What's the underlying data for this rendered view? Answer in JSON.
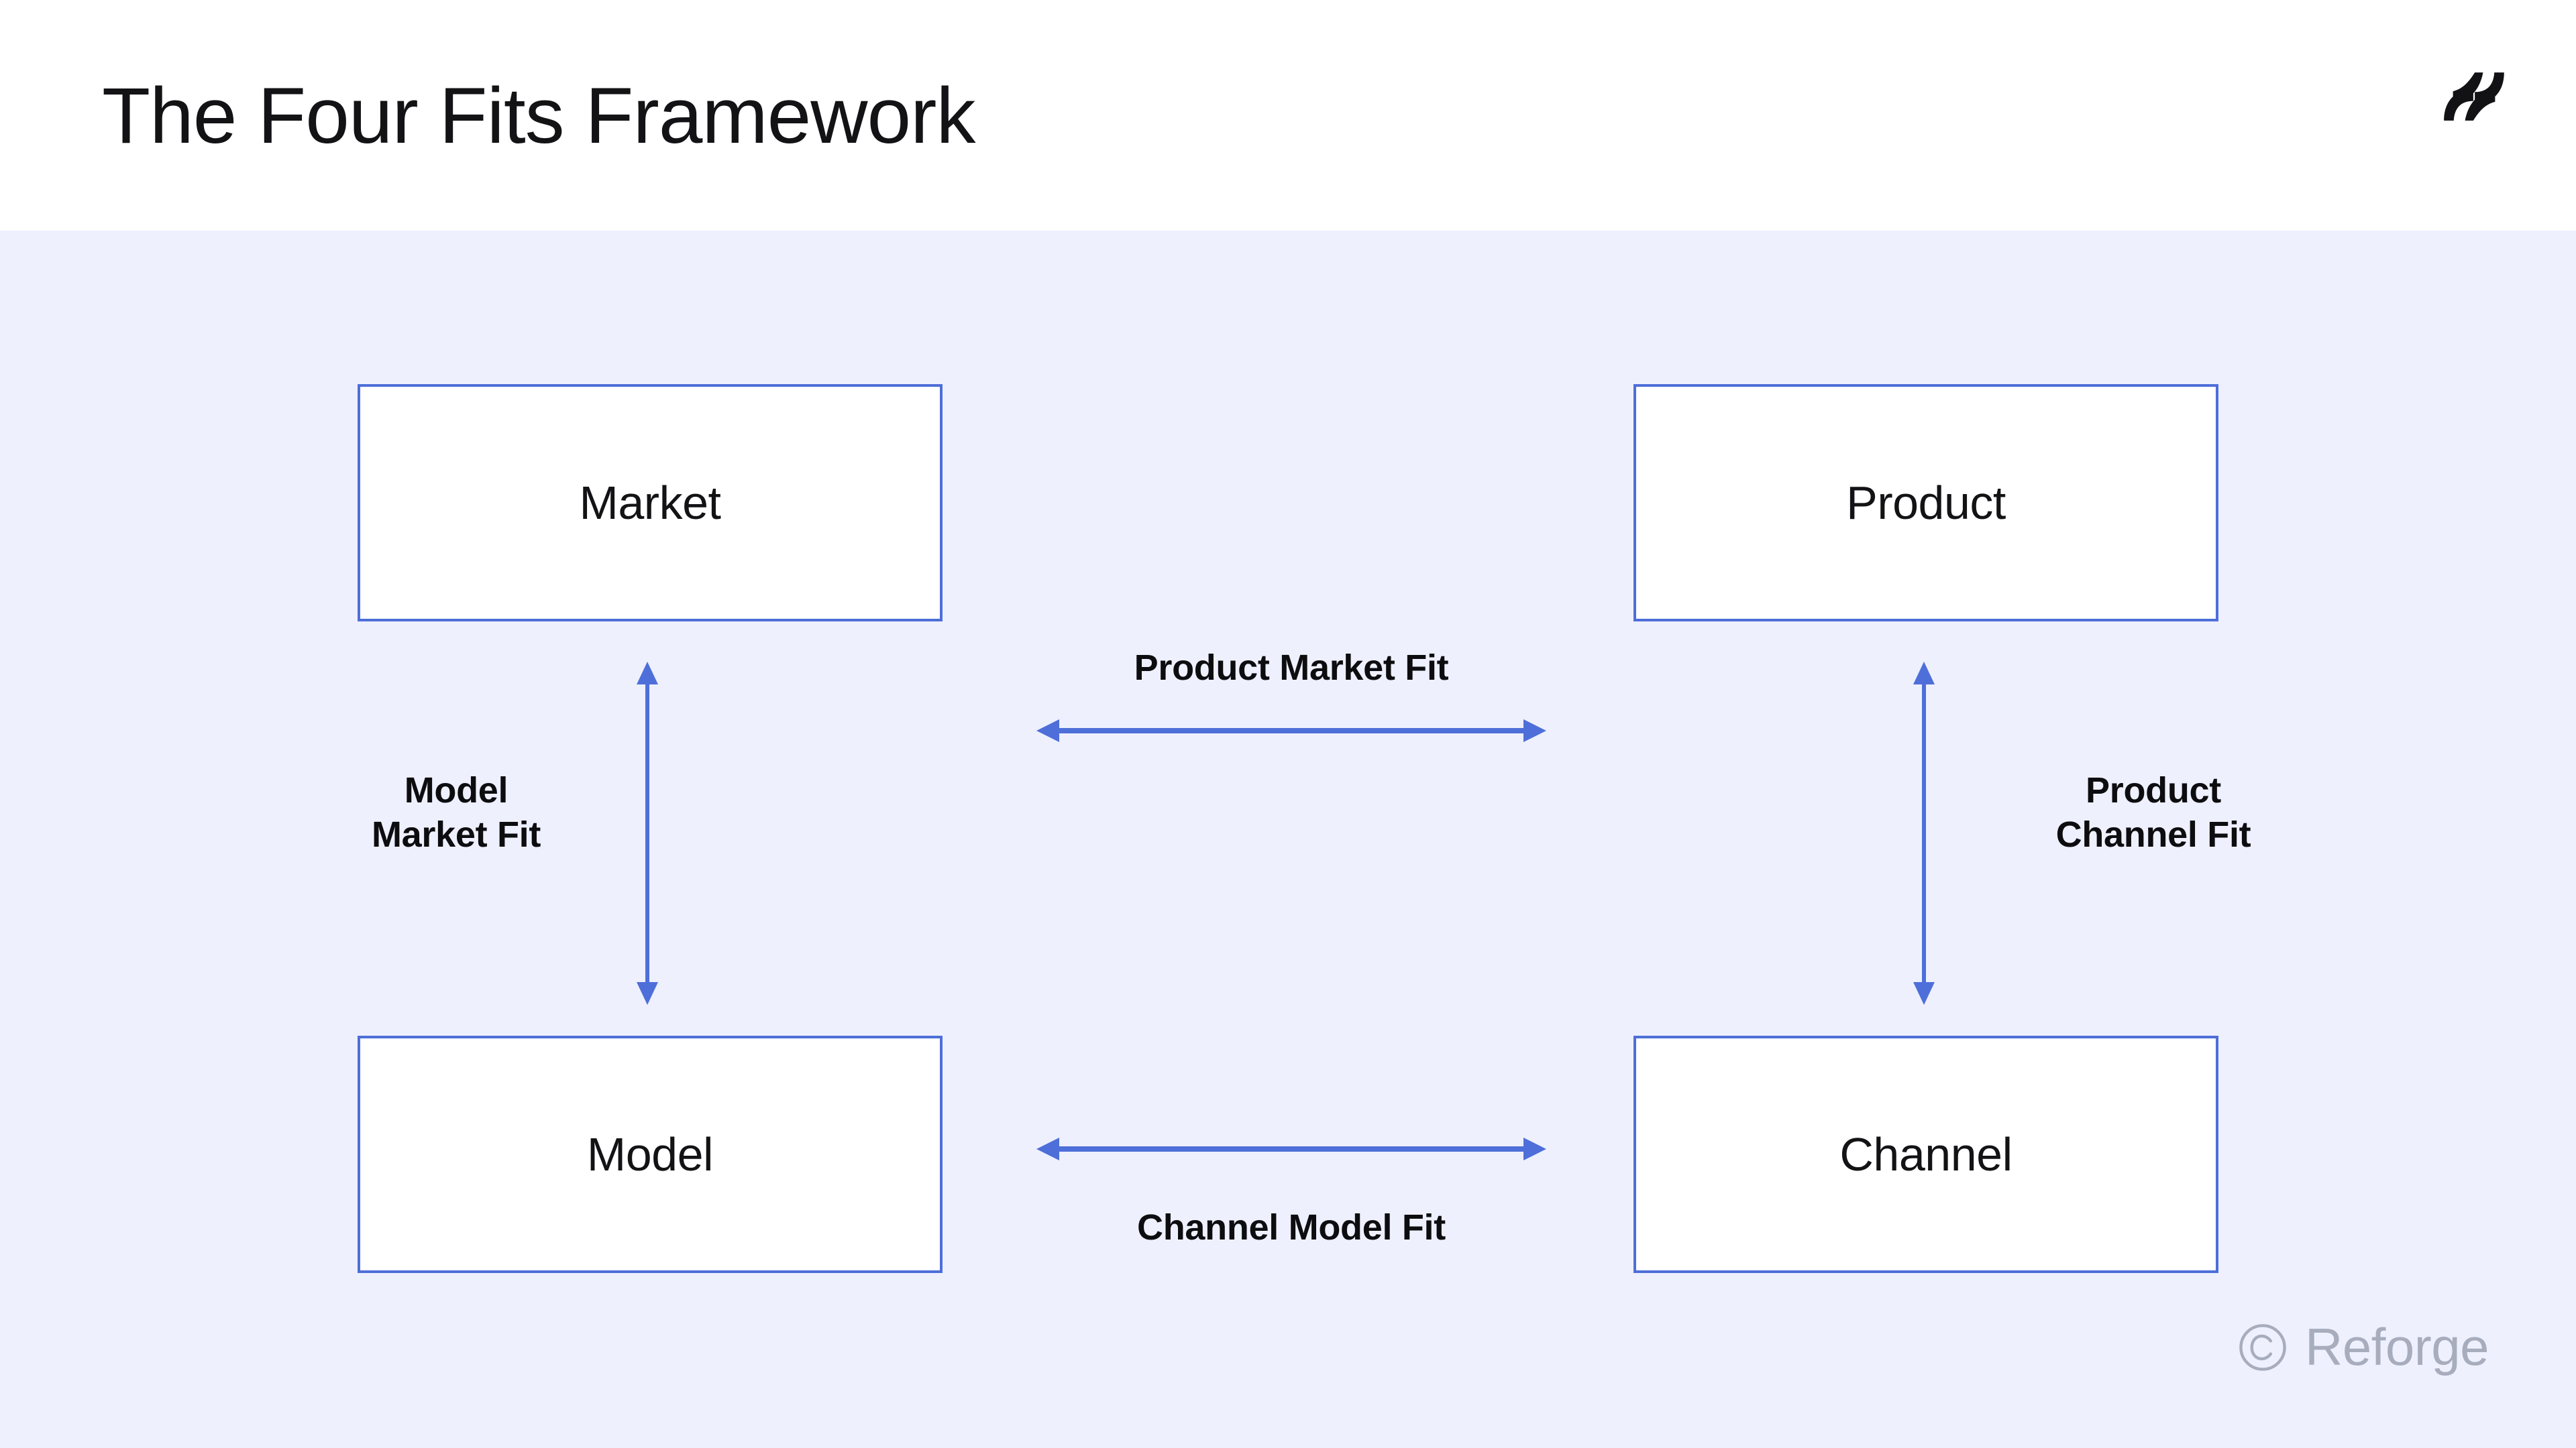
{
  "header": {
    "title": "The Four Fits Framework",
    "logo_icon": "reforge-logo-icon"
  },
  "colors": {
    "canvas_background": "#EEF0FE",
    "header_background": "#FFFFFF",
    "node_border": "#4E6FD9",
    "node_fill": "#FFFFFF",
    "arrow": "#4E6FD9",
    "text": "#131316",
    "watermark": "#A8ADBD"
  },
  "diagram": {
    "type": "2x2-relationship-matrix",
    "nodes": [
      {
        "id": "market",
        "label": "Market"
      },
      {
        "id": "product",
        "label": "Product"
      },
      {
        "id": "model",
        "label": "Model"
      },
      {
        "id": "channel",
        "label": "Channel"
      }
    ],
    "edges": [
      {
        "id": "pmf",
        "label": "Product Market Fit",
        "from": "market",
        "to": "product",
        "orientation": "horizontal",
        "label_position": "above",
        "arrowheads": "both"
      },
      {
        "id": "cmf",
        "label": "Channel Model Fit",
        "from": "model",
        "to": "channel",
        "orientation": "horizontal",
        "label_position": "below",
        "arrowheads": "both"
      },
      {
        "id": "mmf",
        "label": "Model\nMarket Fit",
        "from": "market",
        "to": "model",
        "orientation": "vertical",
        "label_position": "left",
        "arrowheads": "both"
      },
      {
        "id": "pcf",
        "label": "Product\nChannel Fit",
        "from": "product",
        "to": "channel",
        "orientation": "vertical",
        "label_position": "right",
        "arrowheads": "both"
      }
    ]
  },
  "watermark": {
    "copyright_icon": "copyright-icon",
    "brand": "Reforge"
  }
}
